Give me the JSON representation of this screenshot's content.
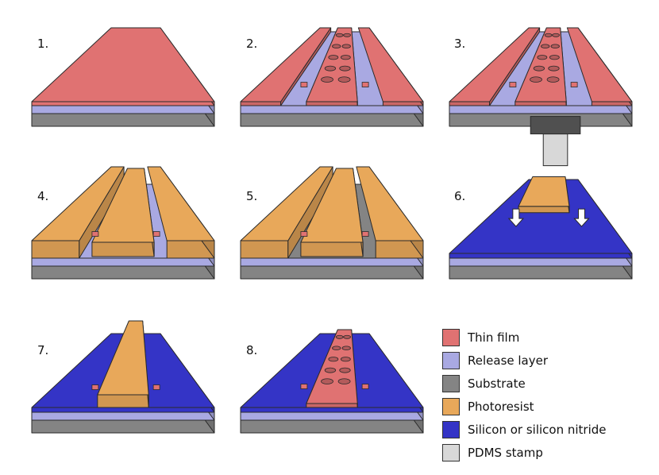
{
  "steps": [
    "1.",
    "2.",
    "3.",
    "4.",
    "5.",
    "6.",
    "7.",
    "8."
  ],
  "legend": [
    {
      "label": "Thin film",
      "color": "#e07272"
    },
    {
      "label": "Release layer",
      "color": "#a9a9e2"
    },
    {
      "label": "Substrate",
      "color": "#848484"
    },
    {
      "label": "Photoresist",
      "color": "#e8a85a"
    },
    {
      "label": "Silicon or silicon nitride",
      "color": "#3434c6"
    },
    {
      "label": "PDMS stamp",
      "color": "#d8d8d8"
    }
  ],
  "colors": {
    "thin_film": "#e07272",
    "release": "#a9a9e2",
    "substrate": "#848484",
    "photoresist": "#e8a85a",
    "silicon": "#3434c6",
    "pdms": "#d8d8d8",
    "stamp_top": "#505050",
    "arrow": "#ffffff"
  }
}
